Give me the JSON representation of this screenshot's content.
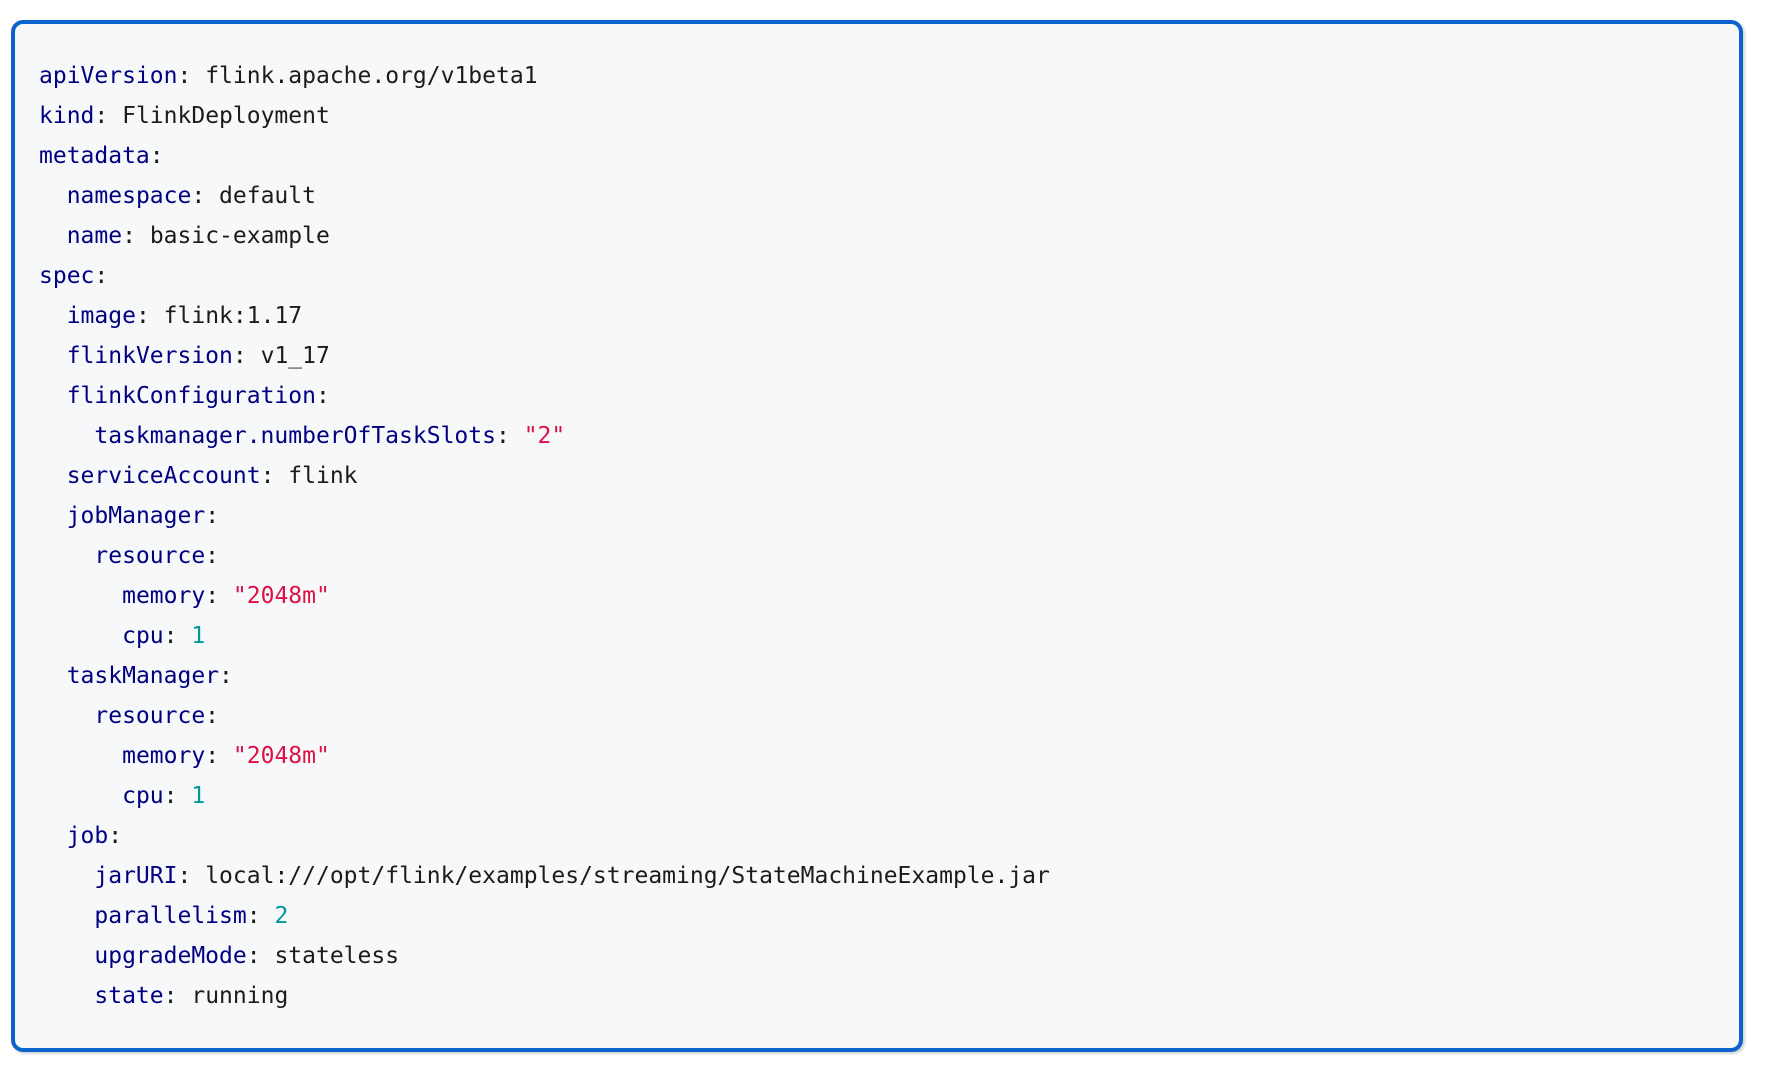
{
  "page": {
    "background_color": "#ffffff"
  },
  "code_block": {
    "language": "yaml",
    "border_color": "#0b63ce",
    "background_color": "#f6f8fa",
    "token_colors": {
      "key": "#000080",
      "plain": "#1b1b1b",
      "string": "#dd1144",
      "number": "#009999"
    },
    "separator": ":",
    "lines": [
      {
        "indent": 0,
        "key": "apiVersion",
        "value": "flink.apache.org/v1beta1",
        "value_type": "plain"
      },
      {
        "indent": 0,
        "key": "kind",
        "value": "FlinkDeployment",
        "value_type": "plain"
      },
      {
        "indent": 0,
        "key": "metadata",
        "value": "",
        "value_type": "none"
      },
      {
        "indent": 2,
        "key": "namespace",
        "value": "default",
        "value_type": "plain"
      },
      {
        "indent": 2,
        "key": "name",
        "value": "basic-example",
        "value_type": "plain"
      },
      {
        "indent": 0,
        "key": "spec",
        "value": "",
        "value_type": "none"
      },
      {
        "indent": 2,
        "key": "image",
        "value": "flink:1.17",
        "value_type": "plain"
      },
      {
        "indent": 2,
        "key": "flinkVersion",
        "value": "v1_17",
        "value_type": "plain"
      },
      {
        "indent": 2,
        "key": "flinkConfiguration",
        "value": "",
        "value_type": "none"
      },
      {
        "indent": 4,
        "key": "taskmanager.numberOfTaskSlots",
        "value": "\"2\"",
        "value_type": "string"
      },
      {
        "indent": 2,
        "key": "serviceAccount",
        "value": "flink",
        "value_type": "plain"
      },
      {
        "indent": 2,
        "key": "jobManager",
        "value": "",
        "value_type": "none"
      },
      {
        "indent": 4,
        "key": "resource",
        "value": "",
        "value_type": "none"
      },
      {
        "indent": 6,
        "key": "memory",
        "value": "\"2048m\"",
        "value_type": "string"
      },
      {
        "indent": 6,
        "key": "cpu",
        "value": "1",
        "value_type": "number"
      },
      {
        "indent": 2,
        "key": "taskManager",
        "value": "",
        "value_type": "none"
      },
      {
        "indent": 4,
        "key": "resource",
        "value": "",
        "value_type": "none"
      },
      {
        "indent": 6,
        "key": "memory",
        "value": "\"2048m\"",
        "value_type": "string"
      },
      {
        "indent": 6,
        "key": "cpu",
        "value": "1",
        "value_type": "number"
      },
      {
        "indent": 2,
        "key": "job",
        "value": "",
        "value_type": "none"
      },
      {
        "indent": 4,
        "key": "jarURI",
        "value": "local:///opt/flink/examples/streaming/StateMachineExample.jar",
        "value_type": "plain"
      },
      {
        "indent": 4,
        "key": "parallelism",
        "value": "2",
        "value_type": "number"
      },
      {
        "indent": 4,
        "key": "upgradeMode",
        "value": "stateless",
        "value_type": "plain"
      },
      {
        "indent": 4,
        "key": "state",
        "value": "running",
        "value_type": "plain"
      }
    ]
  }
}
